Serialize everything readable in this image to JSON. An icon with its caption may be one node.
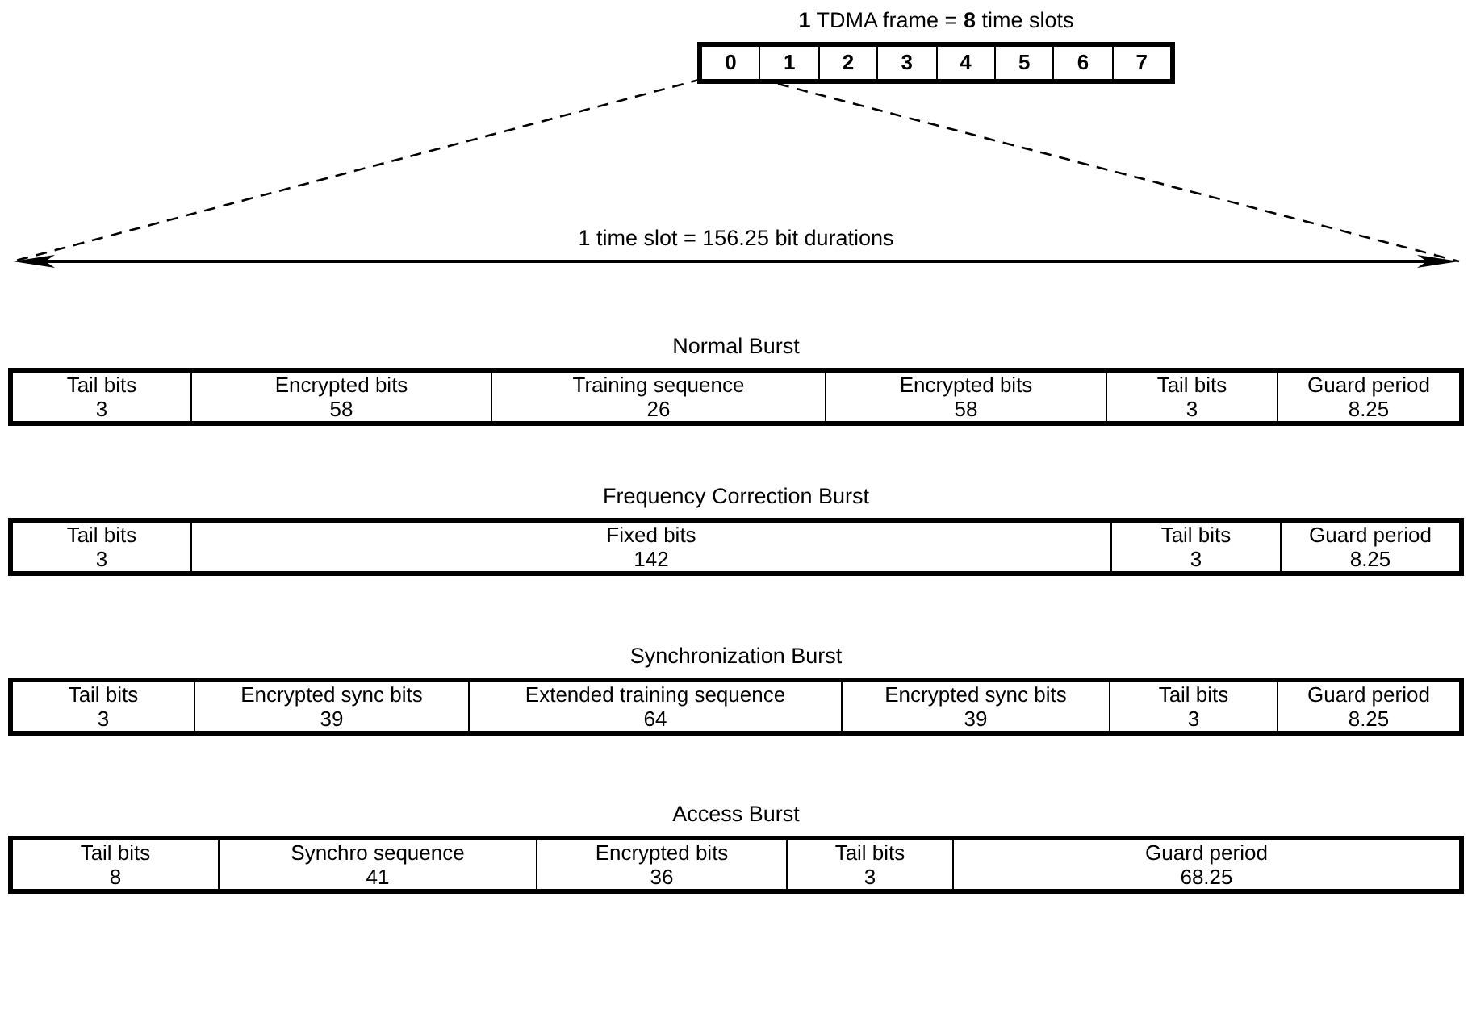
{
  "diagram": {
    "nodes": [
      {
        "text": [
          "**1** TDMA frame = **8** time slots"
        ]
      },
      {
        "text": [
          "0"
        ],
        "in": 0
      },
      {
        "text": [
          "1"
        ],
        "in": 0
      },
      {
        "text": [
          "2"
        ],
        "in": 0
      },
      {
        "text": [
          "3"
        ],
        "in": 0
      },
      {
        "text": [
          "4"
        ],
        "in": 0
      },
      {
        "text": [
          "5"
        ],
        "in": 0
      },
      {
        "text": [
          "6"
        ],
        "in": 0
      },
      {
        "text": [
          "7"
        ],
        "in": 0
      },
      {
        "text": [
          "1 time slot = 156.25 bit durations"
        ]
      },
      {
        "text": [
          "Normal Burst"
        ]
      },
      {
        "text": [
          "Tail bits",
          "3"
        ],
        "in": 10
      },
      {
        "text": [
          "Encrypted bits",
          "58"
        ],
        "in": 10
      },
      {
        "text": [
          "Training sequence",
          "26"
        ],
        "in": 10
      },
      {
        "text": [
          "Encrypted bits",
          "58"
        ],
        "in": 10
      },
      {
        "text": [
          "Tail bits",
          "3"
        ],
        "in": 10
      },
      {
        "text": [
          "Guard period",
          "8.25"
        ],
        "in": 10
      },
      {
        "text": [
          "Frequency Correction Burst"
        ]
      },
      {
        "text": [
          "Tail bits",
          "3"
        ],
        "in": 17
      },
      {
        "text": [
          "Fixed bits",
          "142"
        ],
        "in": 17
      },
      {
        "text": [
          "Tail bits",
          "3"
        ],
        "in": 17
      },
      {
        "text": [
          "Guard period",
          "8.25"
        ],
        "in": 17
      },
      {
        "text": [
          "Synchronization Burst"
        ]
      },
      {
        "text": [
          "Tail bits",
          "3"
        ],
        "in": 22
      },
      {
        "text": [
          "Encrypted sync bits",
          "39"
        ],
        "in": 22
      },
      {
        "text": [
          "Extended training sequence",
          "64"
        ],
        "in": 22
      },
      {
        "text": [
          "Encrypted sync bits",
          "39"
        ],
        "in": 22
      },
      {
        "text": [
          "Tail bits",
          "3"
        ],
        "in": 22
      },
      {
        "text": [
          "Guard period",
          "8.25"
        ],
        "in": 22
      },
      {
        "text": [
          "Access Burst"
        ]
      },
      {
        "text": [
          "Tail bits",
          "8"
        ],
        "in": 29
      },
      {
        "text": [
          "Synchro sequence",
          "41"
        ],
        "in": 29
      },
      {
        "text": [
          "Encrypted bits",
          "36"
        ],
        "in": 29
      },
      {
        "text": [
          "Tail bits",
          "3"
        ],
        "in": 29
      },
      {
        "text": [
          "Guard period",
          "68.25"
        ],
        "in": 29
      }
    ],
    "edges": [
      {
        "from": 1,
        "to": 9,
        "arrow": "none",
        "style": "dashed"
      },
      {
        "from": 1,
        "to": 9,
        "arrow": "none",
        "style": "dashed"
      }
    ]
  }
}
